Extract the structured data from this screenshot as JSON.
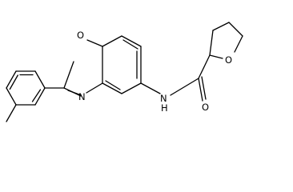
{
  "molecule": {
    "atom_labels": [
      "O",
      "N",
      "N",
      "H",
      "O",
      "O"
    ],
    "colors": {
      "bond": "#000000",
      "text": "#000000",
      "background": "#ffffff"
    }
  }
}
